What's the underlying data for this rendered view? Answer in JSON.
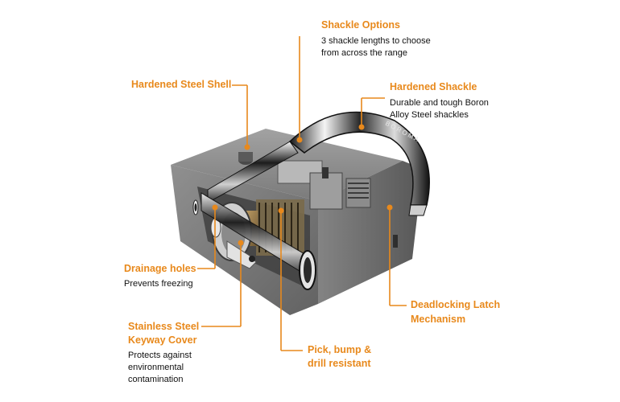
{
  "colors": {
    "accent": "#e8891c",
    "text": "#111111",
    "background": "#ffffff"
  },
  "callouts": {
    "shackle_options": {
      "title": "Shackle Options",
      "description": [
        "3 shackle lengths to choose",
        "from across the range"
      ]
    },
    "hardened_steel_shell": {
      "title": "Hardened Steel Shell"
    },
    "hardened_shackle": {
      "title": "Hardened Shackle",
      "description": [
        "Durable and tough Boron",
        "Alloy Steel shackles"
      ]
    },
    "drainage_holes": {
      "title": "Drainage holes",
      "description": [
        "Prevents freezing"
      ]
    },
    "keyway_cover": {
      "title": [
        "Stainless Steel",
        "Keyway Cover"
      ],
      "description": [
        "Protects against",
        "environmental",
        "contamination"
      ]
    },
    "pick_bump_drill": {
      "title": [
        "Pick, bump &",
        "drill resistant"
      ]
    },
    "deadlocking_latch": {
      "title": [
        "Deadlocking Latch",
        "Mechanism"
      ]
    }
  },
  "image": {
    "subject": "padlock-cutaway",
    "shackle_engraving": "BOROMA"
  }
}
